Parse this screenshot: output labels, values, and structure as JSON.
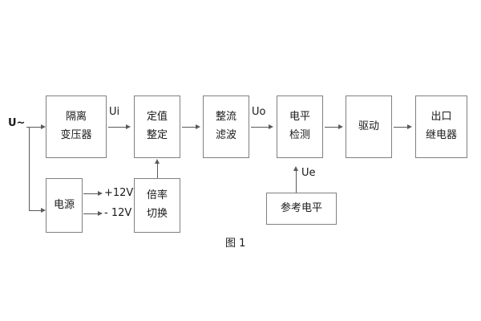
{
  "figure": {
    "caption": "图 1",
    "background_color": "#ffffff",
    "box_border_color": "#808080",
    "wire_color": "#5a5a5a",
    "text_color": "#1a1a1a"
  },
  "blocks": [
    {
      "id": "isolation-transformer",
      "lines": [
        "隔离",
        "变压器"
      ]
    },
    {
      "id": "setting-adjust",
      "lines": [
        "定值",
        "整定"
      ]
    },
    {
      "id": "rectify-filter",
      "lines": [
        "整流",
        "滤波"
      ]
    },
    {
      "id": "level-detect",
      "lines": [
        "电平",
        "检测"
      ]
    },
    {
      "id": "driver",
      "lines": [
        "驱动"
      ]
    },
    {
      "id": "output-relay",
      "lines": [
        "出口",
        "继电器"
      ]
    },
    {
      "id": "power-supply",
      "lines": [
        "电源"
      ]
    },
    {
      "id": "ratio-switch",
      "lines": [
        "倍率",
        "切换"
      ]
    },
    {
      "id": "reference-level",
      "lines": [
        "参考电平"
      ]
    }
  ],
  "signals": {
    "input": "U~",
    "ui": "Ui",
    "uo": "Uo",
    "ue": "Ue",
    "supply_positive": "+12V",
    "supply_negative": "- 12V"
  }
}
